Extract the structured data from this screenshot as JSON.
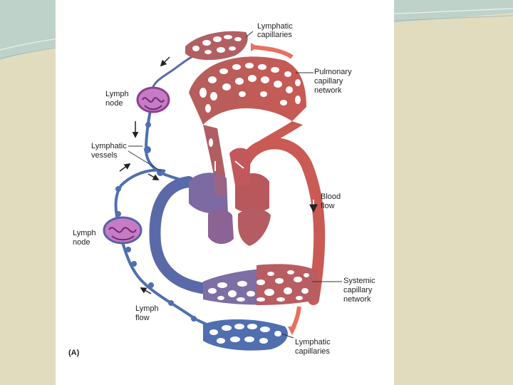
{
  "labels": {
    "lymphatic_capillaries_top": [
      "Lymphatic",
      "capillaries"
    ],
    "pulmonary_capillary_network": [
      "Pulmonary",
      "capillary",
      "network"
    ],
    "lymph_node_top": [
      "Lymph",
      "node"
    ],
    "lymphatic_vessels": [
      "Lymphatic",
      "vessels"
    ],
    "blood_flow": [
      "Blood",
      "flow"
    ],
    "lymph_node_bottom": [
      "Lymph",
      "node"
    ],
    "systemic_capillary_network": [
      "Systemic",
      "capillary",
      "network"
    ],
    "lymph_flow": [
      "Lymph",
      "flow"
    ],
    "lymphatic_capillaries_bottom": [
      "Lymphatic",
      "capillaries"
    ],
    "panel_tag": "(A)"
  },
  "colors": {
    "slide_background": "#e2dcbf",
    "swoosh_teal": "#a9c6c6",
    "oxygenated_red": "#c0564f",
    "deoxygenated_blue": "#5a6aa8",
    "lymph_blue": "#4f6fb0",
    "lymph_node_purple": "#8e3f8f",
    "arrow_salmon": "#e8705e"
  }
}
